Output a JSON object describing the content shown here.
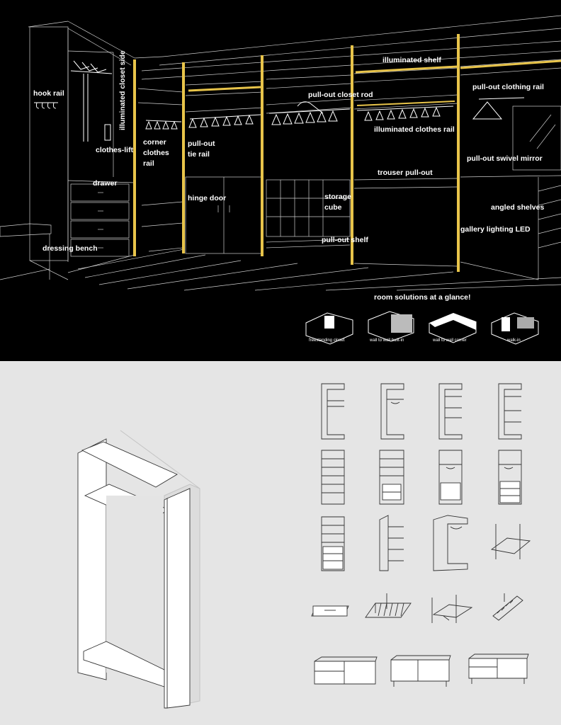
{
  "labels": {
    "hook_rail": "hook rail",
    "illuminated_closet_side": "illuminated closet side",
    "clothes_lift": "clothes-lift",
    "drawer": "drawer",
    "dressing_bench": "dressing bench",
    "corner_rail_1": "corner",
    "corner_rail_2": "clothes",
    "corner_rail_3": "rail",
    "tie_rail_1": "pull-out",
    "tie_rail_2": "tie rail",
    "hinge_door": "hinge door",
    "storage_cube_1": "storage",
    "storage_cube_2": "cube",
    "pull_out_shelf": "pull-out shelf",
    "illuminated_shelf": "illuminated shelf",
    "pull_out_closet_rod": "pull-out closet rod",
    "illuminated_clothes_rail": "illuminated clothes rail",
    "trouser_pull_out": "trouser pull-out",
    "pull_out_clothing_rail": "pull-out clothing rail",
    "pull_out_swivel_mirror": "pull-out swivel mirror",
    "angled_shelves": "angled shelves",
    "gallery_lighting_led": "gallery lighting LED",
    "room_solutions": "room solutions at a glance!"
  },
  "room_solutions": [
    "freestanding closet",
    "wall to wall built-in",
    "wall to wall corner",
    "walk-in"
  ],
  "colors": {
    "dark_background": "#000000",
    "light_background": "#e5e5e5",
    "led_gold": "#e8c44a",
    "line_white": "#ffffff"
  }
}
